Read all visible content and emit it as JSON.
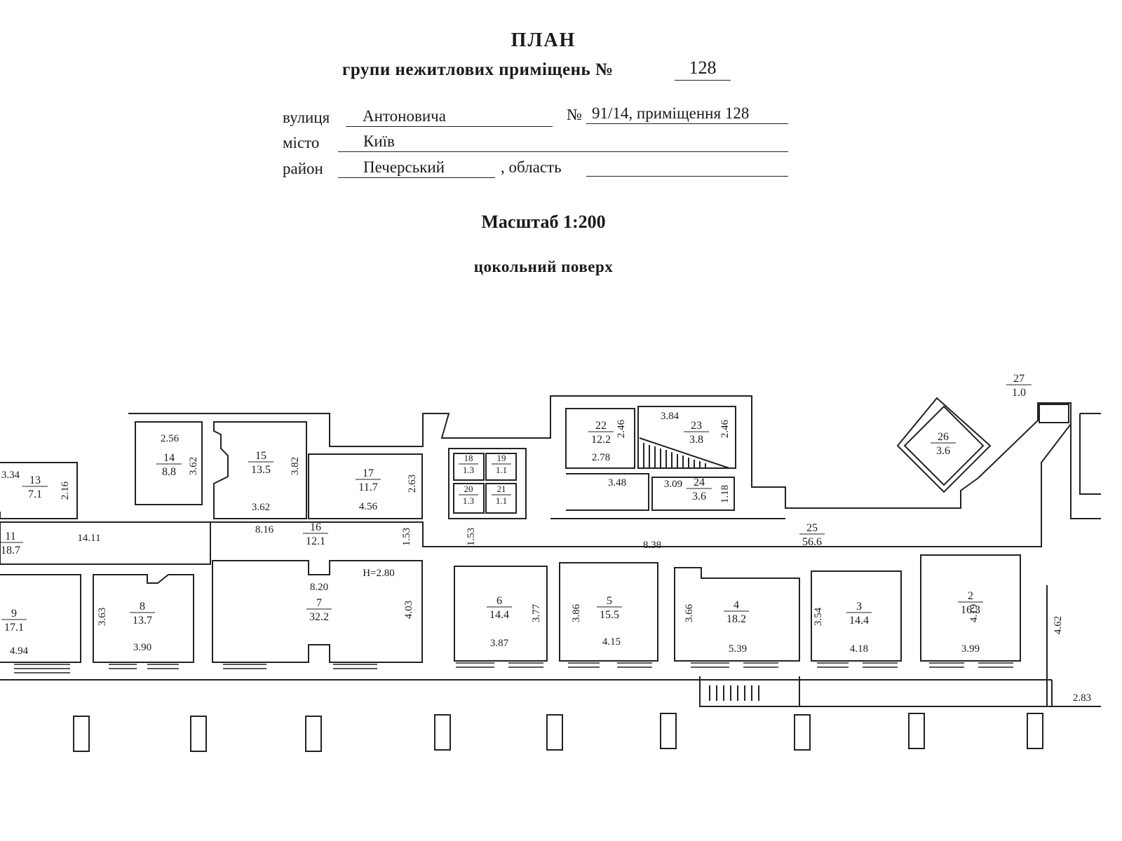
{
  "header": {
    "title": "ПЛАН",
    "subtitle": "групи нежитлових приміщень №",
    "group_number": "128",
    "street_label": "вулиця",
    "street_value": "Антоновича",
    "building_label": "№",
    "building_value": "91/14, приміщення 128",
    "city_label": "місто",
    "city_value": "Київ",
    "district_label": "район",
    "district_value": "Печерський",
    "region_label": ", область",
    "region_value": "",
    "scale": "Масштаб 1:200",
    "floor": "цокольний поверх"
  },
  "rooms": [
    {
      "num": "2",
      "area": "16.3"
    },
    {
      "num": "3",
      "area": "14.4"
    },
    {
      "num": "4",
      "area": "18.2"
    },
    {
      "num": "5",
      "area": "15.5"
    },
    {
      "num": "6",
      "area": "14.4"
    },
    {
      "num": "7",
      "area": "32.2"
    },
    {
      "num": "8",
      "area": "13.7"
    },
    {
      "num": "9",
      "area": "17.1"
    },
    {
      "num": "11",
      "area": "18.7"
    },
    {
      "num": "13",
      "area": "7.1"
    },
    {
      "num": "14",
      "area": "8.8"
    },
    {
      "num": "15",
      "area": "13.5"
    },
    {
      "num": "16",
      "area": "12.1"
    },
    {
      "num": "17",
      "area": "11.7"
    },
    {
      "num": "18",
      "area": "1.3"
    },
    {
      "num": "19",
      "area": "1.1"
    },
    {
      "num": "20",
      "area": "1.3"
    },
    {
      "num": "21",
      "area": "1.1"
    },
    {
      "num": "22",
      "area": "12.2"
    },
    {
      "num": "23",
      "area": "3.8"
    },
    {
      "num": "24",
      "area": "3.6"
    },
    {
      "num": "25",
      "area": "56.6"
    },
    {
      "num": "26",
      "area": "3.6"
    },
    {
      "num": "27",
      "area": "1.0"
    }
  ],
  "dimensions": [
    "3.34",
    "2.16",
    "2.56",
    "3.62",
    "3.82",
    "3.62",
    "2.63",
    "4.56",
    "14.11",
    "8.16",
    "1.53",
    "1.53",
    "8.38",
    "3.84",
    "2.46",
    "2.46",
    "2.78",
    "3.48",
    "3.09",
    "1.18",
    "8.20",
    "H=2.80",
    "4.03",
    "3.63",
    "4.94",
    "3.90",
    "3.87",
    "3.77",
    "3.86",
    "4.15",
    "3.66",
    "5.39",
    "3.54",
    "4.18",
    "4.19",
    "3.99",
    "4.62",
    "2.83"
  ]
}
